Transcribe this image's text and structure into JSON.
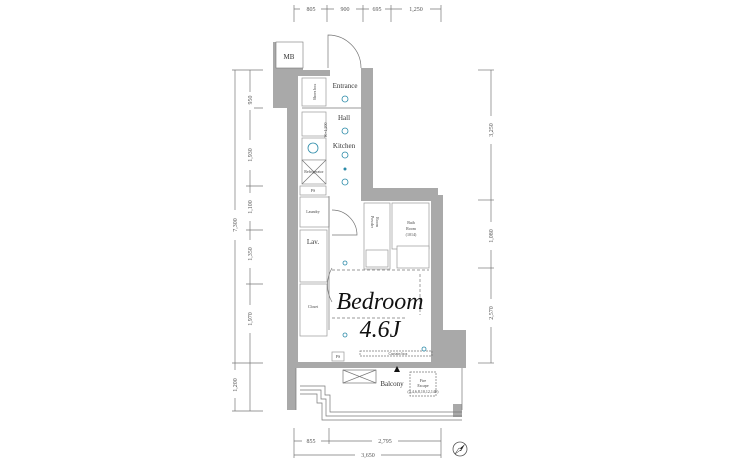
{
  "plan": {
    "rooms": {
      "mb": "MB",
      "entrance": "Entrance",
      "shoes_box": "Shoes box",
      "hall": "Hall",
      "kitchen": "Kitchen",
      "kitchen_width": "W=1,200",
      "refrigerator": "Refrigerator",
      "ps_upper": "PS",
      "laundry": "Laundry",
      "powder_room_1": "Powder",
      "powder_room_2": "Room",
      "bath_room_1": "Bath",
      "bath_room_2": "Room",
      "bath_room_size": "(1014)",
      "lav": "Lav.",
      "closet": "Closet",
      "bedroom": "Bedroom",
      "bedroom_size": "4.6J",
      "curtain_box": "Curtain box",
      "ps_lower": "PS",
      "balcony": "Balcony",
      "fire_escape_1": "Fire",
      "fire_escape_2": "Escape",
      "fire_escape_floors": "(3,4,6,8,10,12,14F)"
    },
    "dimensions": {
      "top": [
        "805",
        "900",
        "695",
        "1,250"
      ],
      "left_total": "7,300",
      "left": [
        "950",
        "1,930",
        "1,100",
        "1,350",
        "1,970",
        "1,200"
      ],
      "right": [
        "3,250",
        "1,080",
        "2,570"
      ],
      "bottom": [
        "855",
        "2,795"
      ],
      "bottom_total": "3,650"
    }
  }
}
